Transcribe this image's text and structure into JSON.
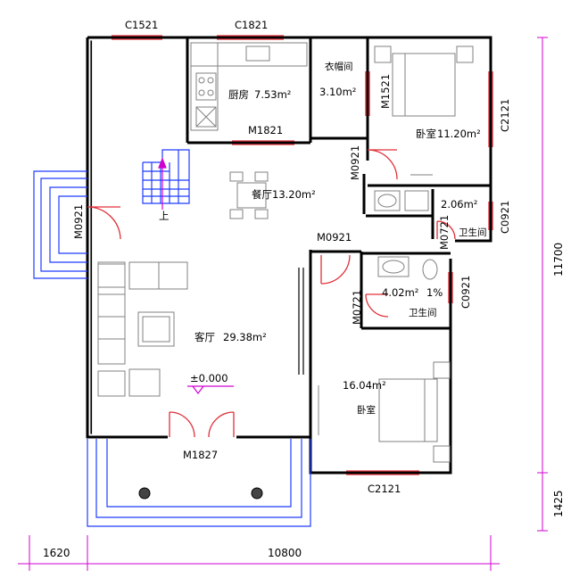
{
  "colors": {
    "wall": "#000000",
    "window": "#e0303a",
    "door": "#e0303a",
    "stairs": "#1e3cff",
    "porch": "#1e3cff",
    "furniture": "#808080",
    "dimension": "#d000d0",
    "level_mark": "#d000d0"
  },
  "rooms": {
    "kitchen": {
      "name": "厨房",
      "area": "7.53m²"
    },
    "closet": {
      "name": "衣帽间",
      "area": "3.10m²"
    },
    "master_bedroom": {
      "name": "卧室",
      "area": "11.20m²"
    },
    "dining": {
      "name": "餐厅",
      "area": "13.20m²"
    },
    "bath_upper": {
      "name": "卫生间",
      "area": "2.06m²"
    },
    "bath_lower": {
      "name": "卫生间",
      "area": "4.02m²",
      "slope": "1%"
    },
    "living": {
      "name": "客厅",
      "area": "29.38m²"
    },
    "bedroom": {
      "name": "卧室",
      "area": "16.04m²"
    }
  },
  "stair_label": "上",
  "level": "±0.000",
  "openings": {
    "c1521": "C1521",
    "c1821": "C1821",
    "m1821": "M1821",
    "m1521": "M1521",
    "c2121_right": "C2121",
    "m0921_closet": "M0921",
    "c0921_right": "C0921",
    "m0721_upper": "M0721",
    "m0921_bed": "M0921",
    "m0921_left": "M0921",
    "c0921_bath": "C0921",
    "m0721_lower": "M0721",
    "m1827": "M1827",
    "c2121_bottom": "C2121"
  },
  "dimensions": {
    "height_total": "11700",
    "height_porch": "1425",
    "width_porch": "1620",
    "width_main": "10800"
  }
}
